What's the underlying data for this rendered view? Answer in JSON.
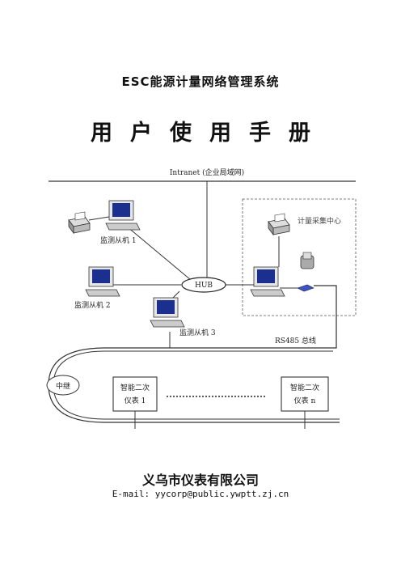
{
  "header": {
    "system_title": "ESC能源计量网络管理系统",
    "manual_title": "用户使用手册"
  },
  "diagram": {
    "intranet_label": "Intranet (企业局域网)",
    "hub_label": "HUB",
    "center_label": "计量采集中心",
    "clients": [
      "监测从机 1",
      "监测从机 2",
      "监测从机 3"
    ],
    "bus_label": "RS485 总线",
    "repeater_label": "中继",
    "meter_1": {
      "line1": "智能二次",
      "line2": "仪表 1"
    },
    "meter_n": {
      "line1": "智能二次",
      "line2": "仪表 n"
    }
  },
  "footer": {
    "company": "义乌市仪表有限公司",
    "email": "E-mail: yycorp@public.ywptt.zj.cn"
  }
}
